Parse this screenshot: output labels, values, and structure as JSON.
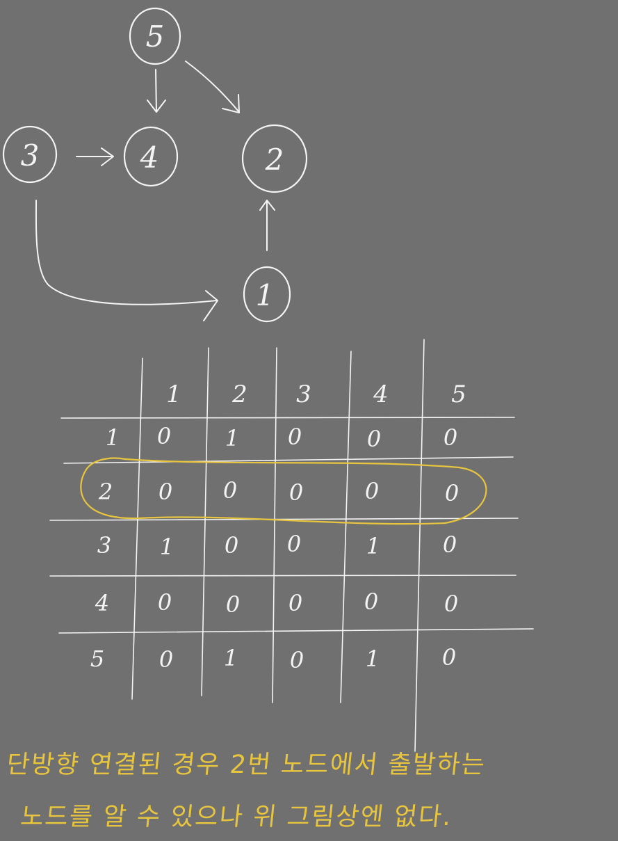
{
  "graph": {
    "nodes": [
      "5",
      "4",
      "3",
      "2",
      "1"
    ],
    "edges": [
      {
        "from": "5",
        "to": "4"
      },
      {
        "from": "5",
        "to": "2"
      },
      {
        "from": "3",
        "to": "4"
      },
      {
        "from": "3",
        "to": "1"
      },
      {
        "from": "1",
        "to": "2"
      }
    ]
  },
  "matrix": {
    "col_headers": [
      "1",
      "2",
      "3",
      "4",
      "5"
    ],
    "row_headers": [
      "1",
      "2",
      "3",
      "4",
      "5"
    ],
    "cells": [
      [
        "0",
        "1",
        "0",
        "0",
        "0"
      ],
      [
        "0",
        "0",
        "0",
        "0",
        "0"
      ],
      [
        "1",
        "0",
        "0",
        "1",
        "0"
      ],
      [
        "0",
        "0",
        "0",
        "0",
        "0"
      ],
      [
        "0",
        "1",
        "0",
        "1",
        "0"
      ]
    ],
    "highlighted_row": "2",
    "highlight_color": "#e8c53e"
  },
  "note": {
    "line1": "단방향 연결된 경우 2번 노드에서 출발하는",
    "line2": "노드를 알 수 있으나 위 그림상엔 없다.",
    "color": "#e8c53e"
  },
  "colors": {
    "background": "#707070",
    "chalk": "#f4f4f4"
  }
}
